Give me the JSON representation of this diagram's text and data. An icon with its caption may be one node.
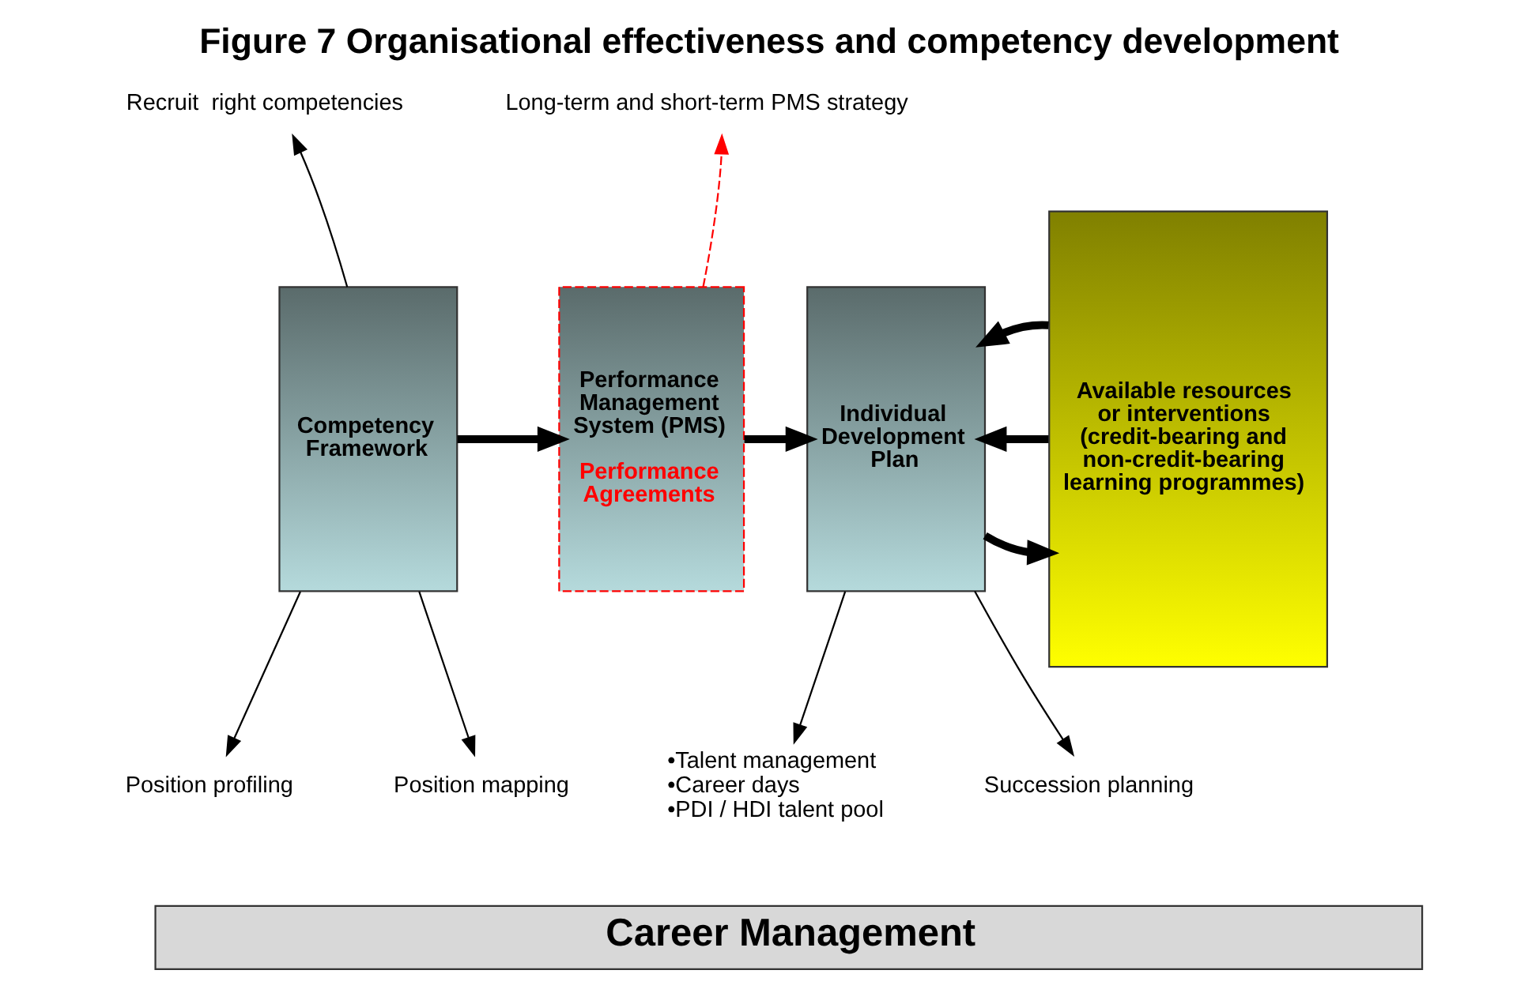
{
  "diagram": {
    "title": "Figure 7 Organisational effectiveness and competency development",
    "nodes": [
      {
        "text": [
          "Competency Framework"
        ]
      },
      {
        "text": [
          "Performance Management System (PMS)",
          "Performance Agreements"
        ]
      },
      {
        "text": [
          "Individual Development Plan"
        ]
      },
      {
        "text": [
          "Available resources or interventions (credit-bearing and non-credit-bearing learning programmes)"
        ]
      },
      {
        "text": [
          "Recruit  right competencies"
        ]
      },
      {
        "text": [
          "Long-term and short-term PMS strategy"
        ]
      },
      {
        "text": [
          "Position profiling"
        ]
      },
      {
        "text": [
          "Position mapping"
        ]
      },
      {
        "text": [
          "•Talent management",
          "•Career days",
          "•PDI / HDI talent pool"
        ]
      },
      {
        "text": [
          "Succession planning"
        ]
      },
      {
        "text": [
          "Career Management"
        ]
      }
    ],
    "edges": [
      {
        "from": 0,
        "to": 4,
        "arrow": "to"
      },
      {
        "from": 1,
        "to": 5,
        "arrow": "to",
        "style": "dashed",
        "color": "#ff0000"
      },
      {
        "from": 0,
        "to": 6,
        "arrow": "to"
      },
      {
        "from": 0,
        "to": 7,
        "arrow": "to"
      },
      {
        "from": 0,
        "to": 1,
        "arrow": "to",
        "style": "thick"
      },
      {
        "from": 1,
        "to": 2,
        "arrow": "to",
        "style": "thick"
      },
      {
        "from": 2,
        "to": 3,
        "arrow": "to",
        "style": "thick"
      },
      {
        "from": 3,
        "to": 2,
        "arrow": "to",
        "style": "thick"
      },
      {
        "from": 3,
        "to": 2,
        "arrow": "to",
        "style": "thick"
      },
      {
        "from": 2,
        "to": 8,
        "arrow": "to"
      },
      {
        "from": 2,
        "to": 9,
        "arrow": "to"
      }
    ]
  }
}
